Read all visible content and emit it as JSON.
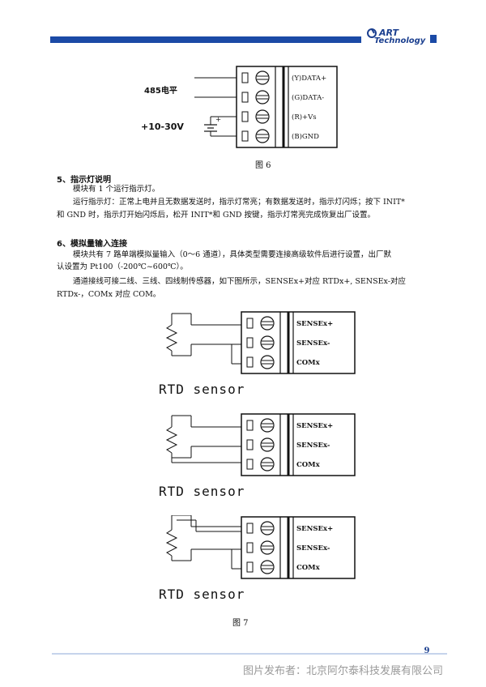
{
  "header": {
    "logo_line1": "ART",
    "logo_line2": "Technology"
  },
  "fig6": {
    "left_label_1": "485电平",
    "left_label_2": "+10-30V",
    "terminals": [
      "(Y)DATA+",
      "(G)DATA-",
      "(R)+Vs",
      "(B)GND"
    ],
    "caption": "图 6"
  },
  "section5": {
    "title": "5、指示灯说明",
    "p1": "模块有 1 个运行指示灯。",
    "p2_line1": "运行指示灯：正常上电并且无数据发送时，指示灯常亮；有数据发送时，指示灯闪烁；按下 INIT*",
    "p2_line2": "和 GND 时，指示灯开始闪烁后，松开 INIT*和 GND 按键，指示灯常亮完成恢复出厂设置。"
  },
  "section6": {
    "title": "6、模拟量输入连接",
    "p1_line1": "模块共有 7 路单端模拟量输入（0～6 通道），具体类型需要连接高级软件后进行设置，出厂默",
    "p1_line2": "认设置为 Pt100（-200℃~600℃）。",
    "p2_line1": "通道接线可接二线、三线、四线制传感器，如下图所示，SENSEx+对应 RTDx+, SENSEx-对应",
    "p2_line2": "RTDx-，COMx 对应 COM。"
  },
  "fig7": {
    "terminals": [
      "SENSEx+",
      "SENSEx-",
      "COMx"
    ],
    "sensor_label": "RTD sensor",
    "caption": "图 7"
  },
  "footer": {
    "page_number": "9",
    "watermark": "图片发布者：北京阿尔泰科技发展有限公司"
  },
  "colors": {
    "brand_blue": "#1b4aa6"
  }
}
